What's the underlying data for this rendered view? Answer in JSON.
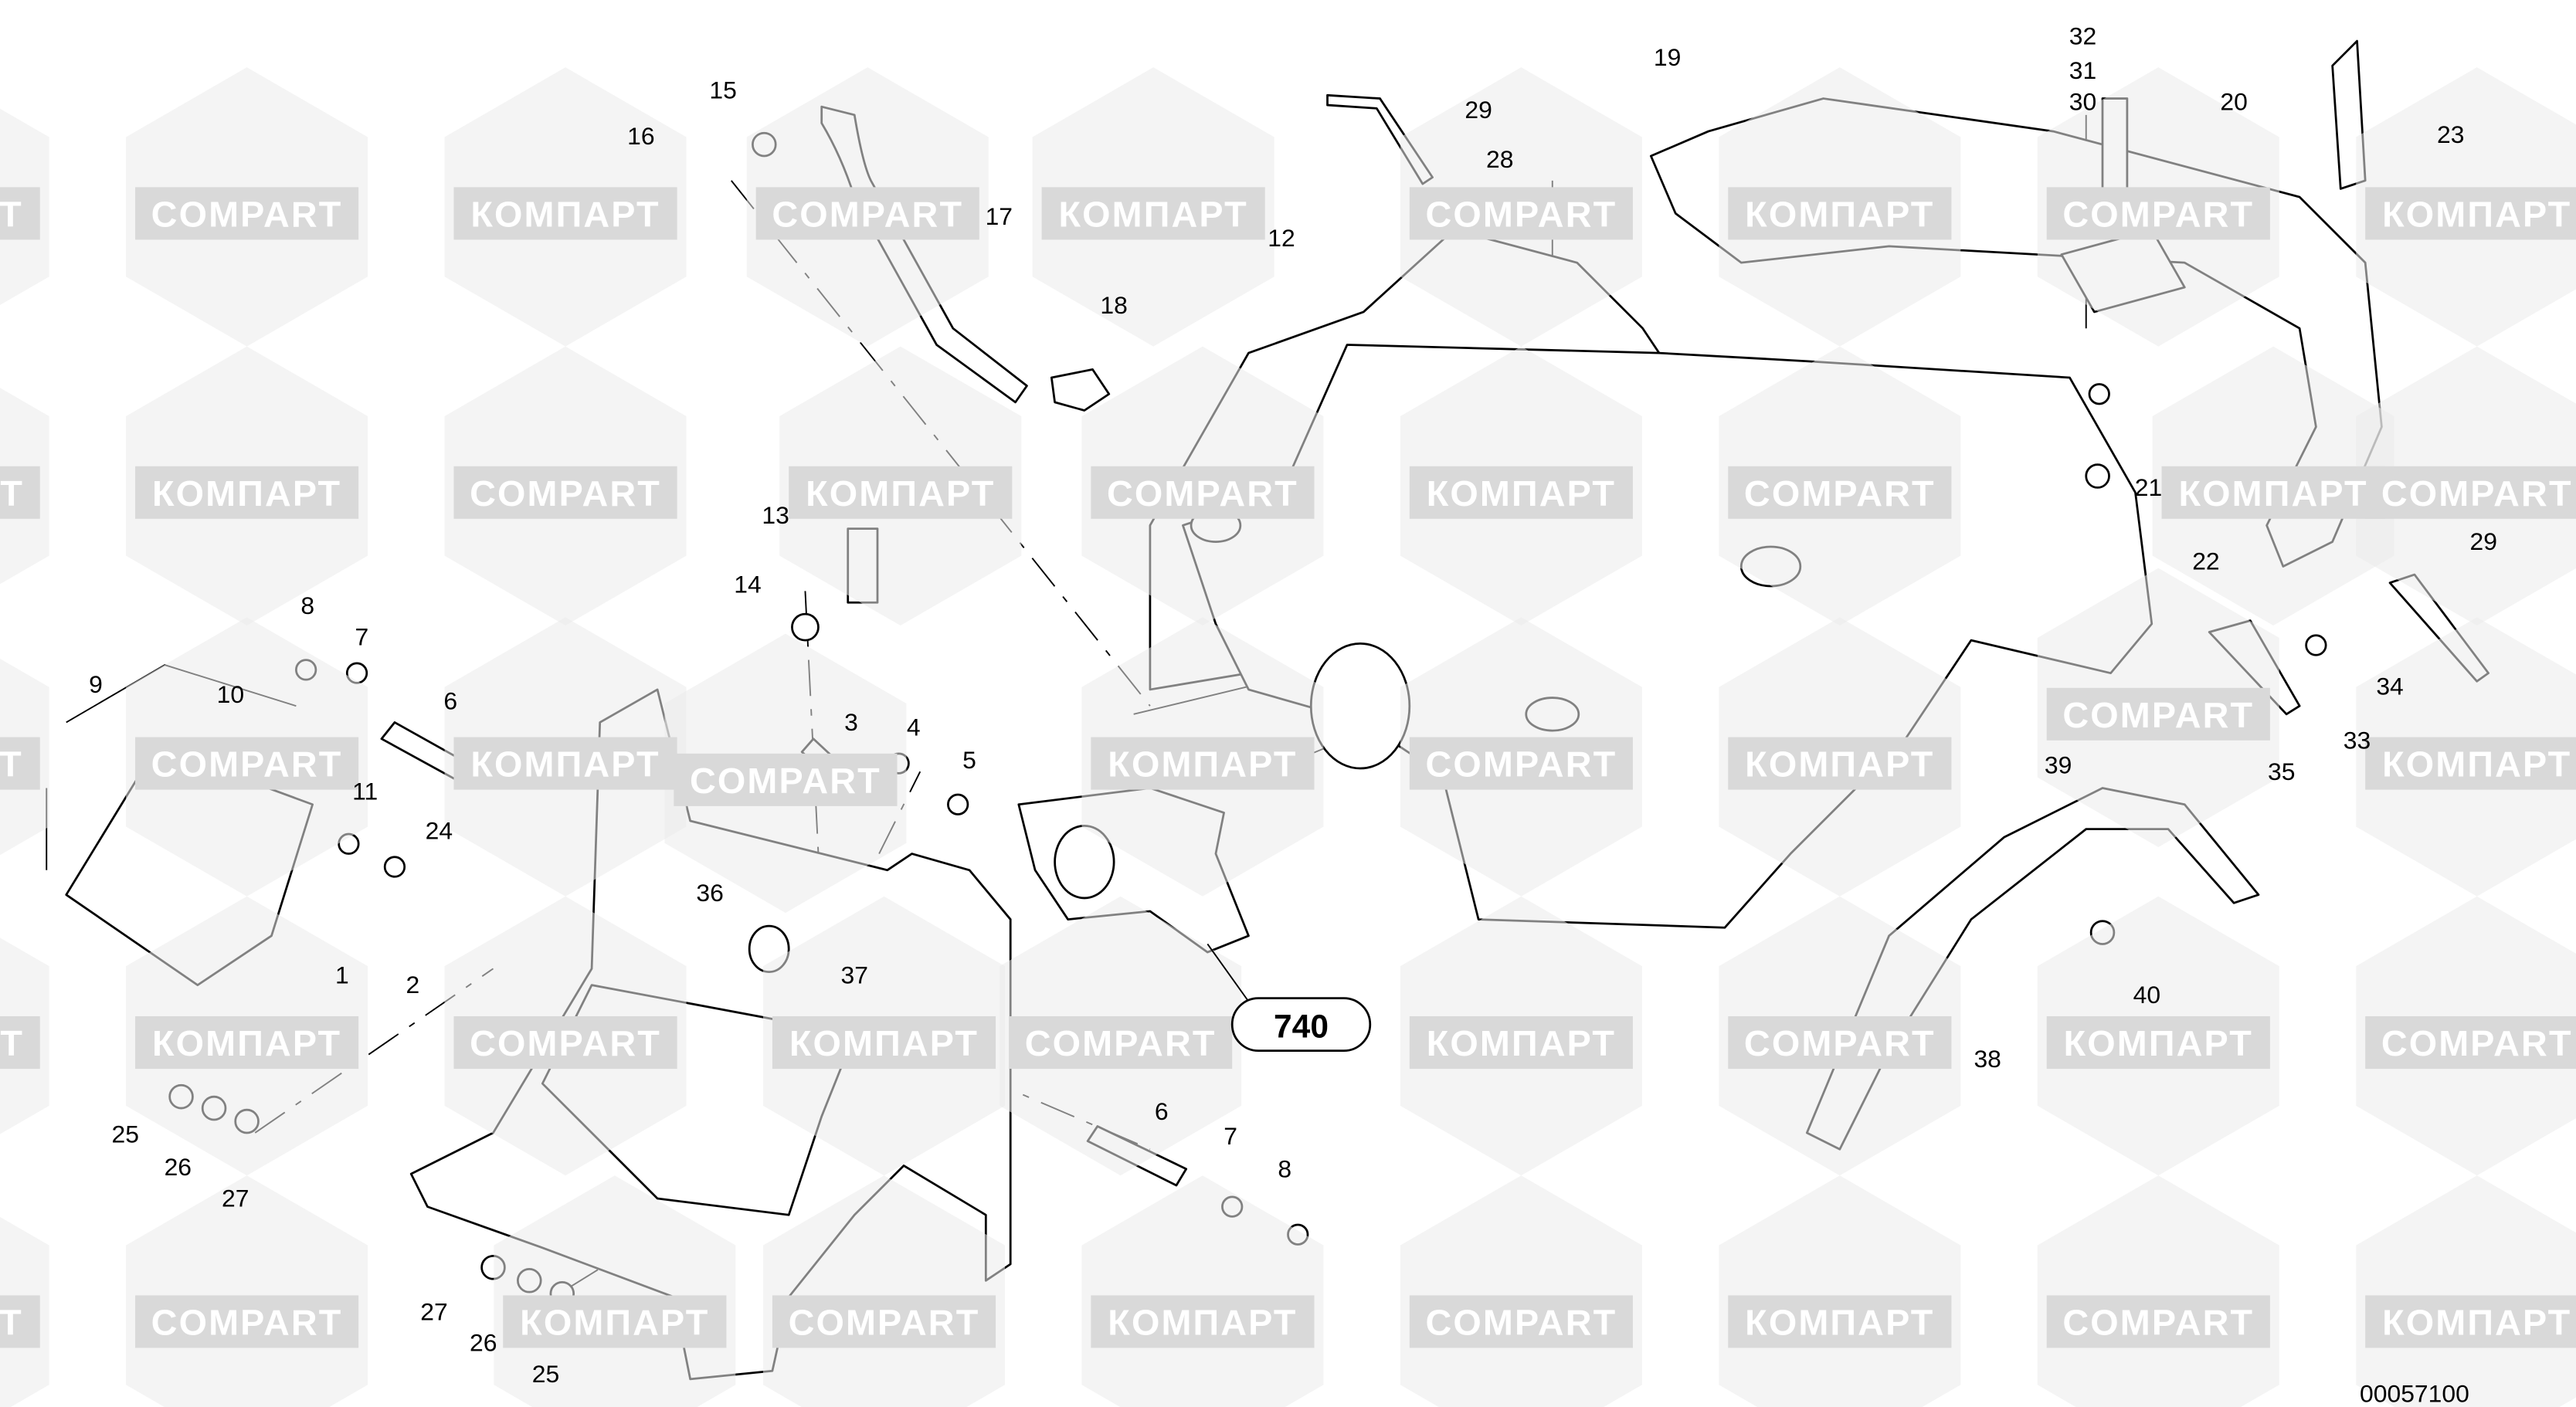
{
  "diagram": {
    "drawing_number": "00057100",
    "reference_badge": "740",
    "callouts": [
      "15",
      "16",
      "17",
      "18",
      "19",
      "20",
      "23",
      "32",
      "31",
      "30",
      "29",
      "28",
      "12",
      "13",
      "14",
      "21",
      "22",
      "29",
      "34",
      "33",
      "35",
      "39",
      "40",
      "38",
      "8",
      "7",
      "6",
      "9",
      "10",
      "11",
      "24",
      "3",
      "4",
      "5",
      "36",
      "37",
      "1",
      "2",
      "25",
      "26",
      "27",
      "6",
      "7",
      "8",
      "27",
      "26",
      "25"
    ],
    "watermark": {
      "latin": "COMPART",
      "cyrillic": "КОМПАРТ"
    }
  }
}
